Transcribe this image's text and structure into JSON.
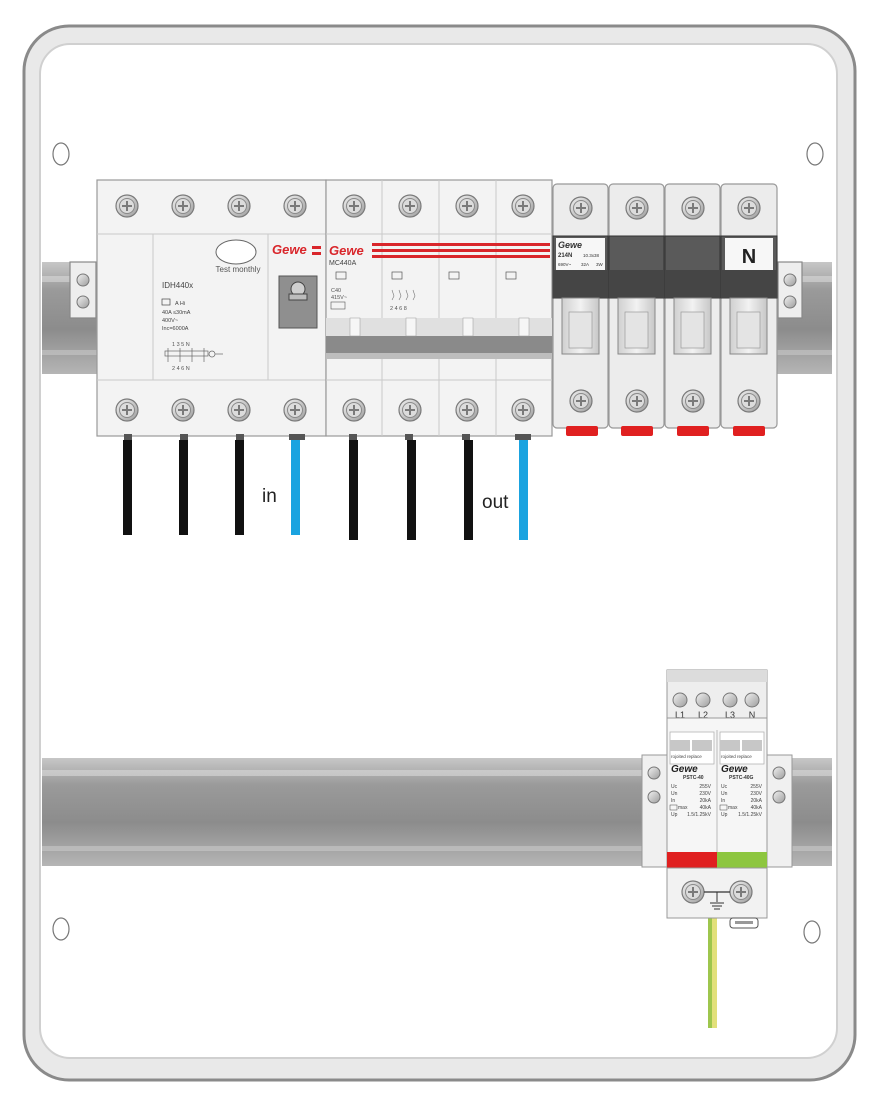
{
  "labels": {
    "in": "in",
    "out": "out"
  },
  "rcd": {
    "model": "IDH440x",
    "test_text": "Test monthly",
    "spec_1": "A Hi",
    "spec_2": "40A  ≤30mA",
    "spec_3": "400V~",
    "spec_4": "Inc=6000A",
    "terminals_top": "1  3  5  N",
    "terminals_bottom": "2  4  6  N"
  },
  "mcb": {
    "model": "MC440A",
    "spec_1": "C40",
    "spec_2": "415V~",
    "terminals": "2  4  6  8"
  },
  "fuse": {
    "model": "214N",
    "size": "10.3x38",
    "spec_1": "690V~",
    "spec_2": "32A",
    "spec_3": "3W",
    "neutral_label": "N"
  },
  "spd": {
    "terminal_labels": [
      "L1",
      "L2",
      "L3",
      "N"
    ],
    "left": {
      "status": "rojoited  replace",
      "model": "PSTC-40",
      "rows": [
        {
          "k": "Uc",
          "v": "255V"
        },
        {
          "k": "Un",
          "v": "230V"
        },
        {
          "k": "In",
          "v": "20kA"
        },
        {
          "k": "max",
          "v": "40kA"
        },
        {
          "k": "Up",
          "v": "1.5/1.25kV"
        }
      ]
    },
    "right": {
      "status": "rojoited  replace",
      "model": "PSTC-40G",
      "rows": [
        {
          "k": "Uc",
          "v": "255V"
        },
        {
          "k": "Un",
          "v": "230V"
        },
        {
          "k": "In",
          "v": "20kA"
        },
        {
          "k": "max",
          "v": "40kA"
        },
        {
          "k": "Up",
          "v": "1.5/1.25kV"
        }
      ]
    }
  },
  "brand": "Gewe",
  "colors": {
    "brand_red": "#d9262b",
    "live_wire": "#111111",
    "neutral_wire": "#1aa3e0",
    "earth_wire_green": "#9ec64d",
    "earth_wire_yellow": "#e2e07a",
    "indicator_red": "#e02020",
    "indicator_green": "#8dc63f",
    "rail_gray": "#9a9a9a",
    "enclosure_border": "#8a8a8a"
  }
}
